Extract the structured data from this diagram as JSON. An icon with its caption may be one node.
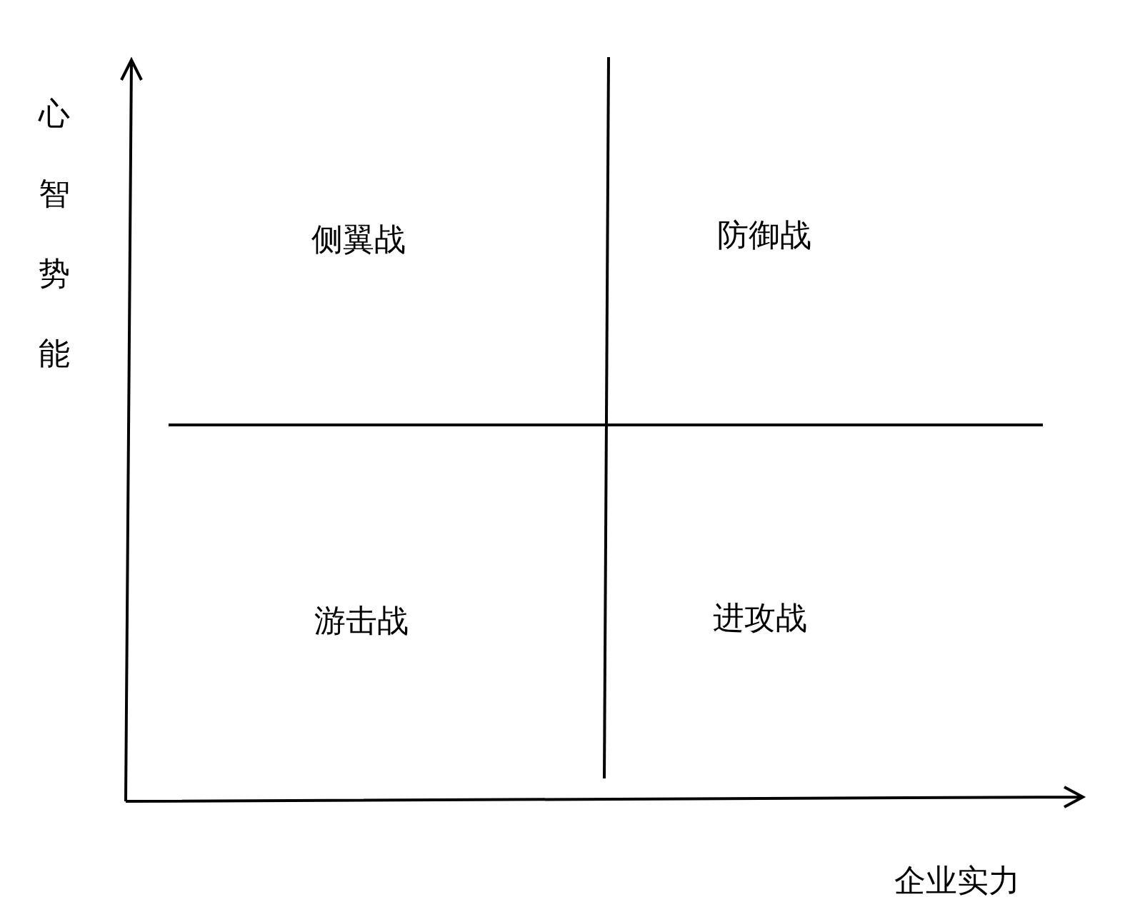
{
  "diagram": {
    "labels": [
      "心智势能",
      "侧翼战",
      "防御战",
      "游击战",
      "进攻战",
      "企业实力"
    ]
  }
}
